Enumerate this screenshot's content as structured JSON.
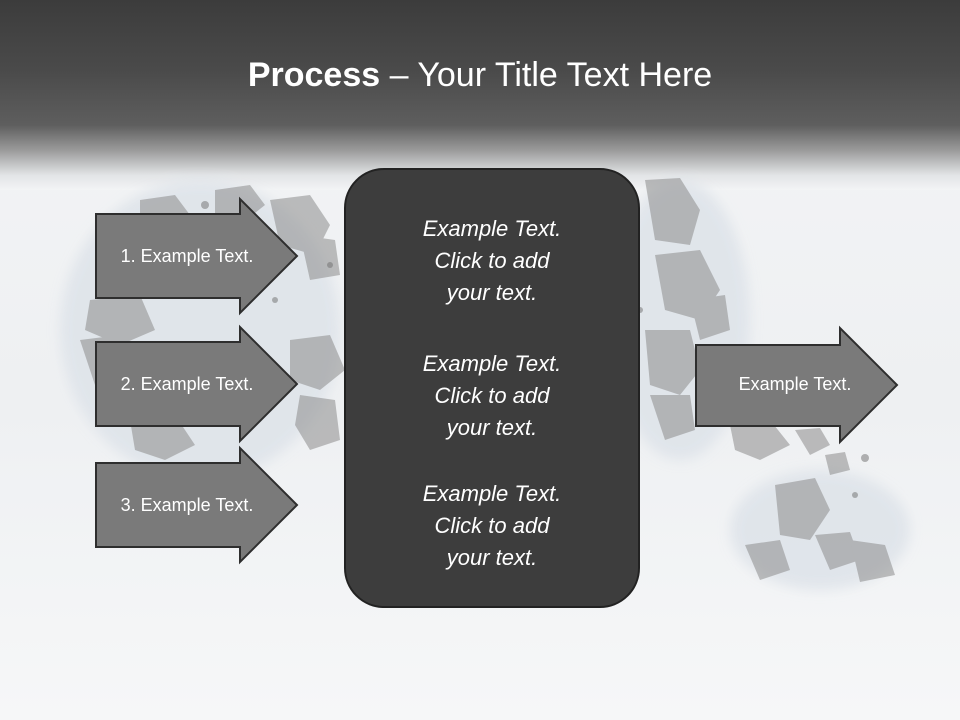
{
  "slide": {
    "title_bold": "Process",
    "title_rest": " – Your Title Text Here"
  },
  "inputs": [
    {
      "label": "1. Example Text."
    },
    {
      "label": "2. Example Text."
    },
    {
      "label": "3. Example Text."
    }
  ],
  "center": {
    "paragraphs": [
      {
        "line1": "Example Text.",
        "line2": "Click  to add",
        "line3": "your text."
      },
      {
        "line1": "Example Text.",
        "line2": "Click  to add",
        "line3": "your text."
      },
      {
        "line1": "Example Text.",
        "line2": "Click  to add",
        "line3": "your text."
      }
    ]
  },
  "output": {
    "label": "Example Text."
  },
  "colors": {
    "header": "#3c3c3c",
    "arrow_fill": "#7a7a7a",
    "center_fill": "#3d3d3d",
    "text": "#ffffff"
  }
}
